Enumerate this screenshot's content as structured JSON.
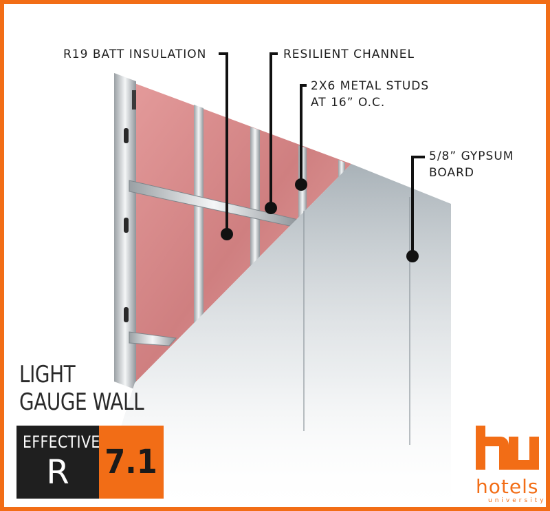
{
  "callouts": {
    "insulation": "R19 BATT INSULATION",
    "channel": "RESILIENT CHANNEL",
    "studs_line1": "2X6 METAL STUDS",
    "studs_line2": "AT 16” O.C.",
    "gypsum_line1": "5/8” GYPSUM",
    "gypsum_line2": "BOARD"
  },
  "title": {
    "line1": "LIGHT",
    "line2": "GAUGE WALL"
  },
  "rating": {
    "effective_label": "EFFECTIVE",
    "r_label": "R",
    "value": "7.1"
  },
  "brand": {
    "name": "hotels",
    "tagline": "university",
    "color": "#f26d16"
  },
  "colors": {
    "frame": "#f26d16",
    "insulation": "#d98a8a",
    "gypsum": "#b9c1c6",
    "steel": "#d8dcdf"
  }
}
